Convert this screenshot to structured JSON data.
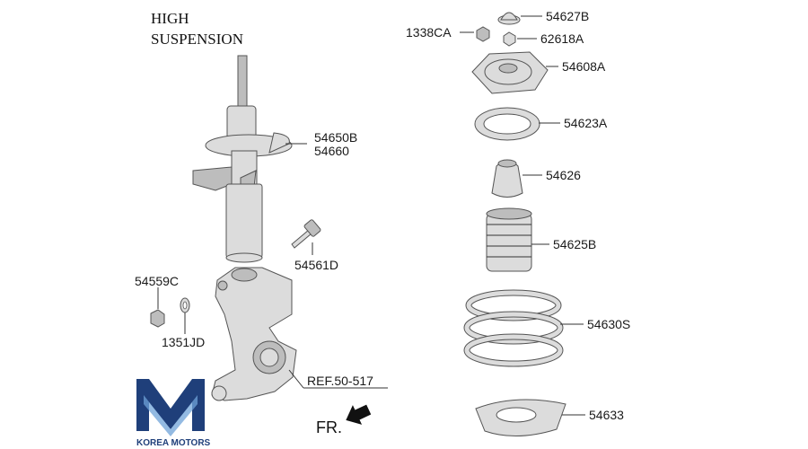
{
  "title_line1": "HIGH",
  "title_line2": "SUSPENSION",
  "labels": {
    "p54627B": "54627B",
    "p1338CA": "1338CA",
    "p62618A": "62618A",
    "p54608A": "54608A",
    "p54623A": "54623A",
    "p54626": "54626",
    "p54625B": "54625B",
    "p54630S": "54630S",
    "p54633": "54633",
    "p54650B": "54650B",
    "p54660": "54660",
    "p54561D": "54561D",
    "p54559C": "54559C",
    "p1351JD": "1351JD",
    "ref": "REF.50-517"
  },
  "direction_label": "FR.",
  "brand_text": "KOREA MOTORS",
  "colors": {
    "part": "#dcdcdc",
    "brand_blue": "#1f3f7a",
    "brand_light": "#6fa3d8"
  }
}
